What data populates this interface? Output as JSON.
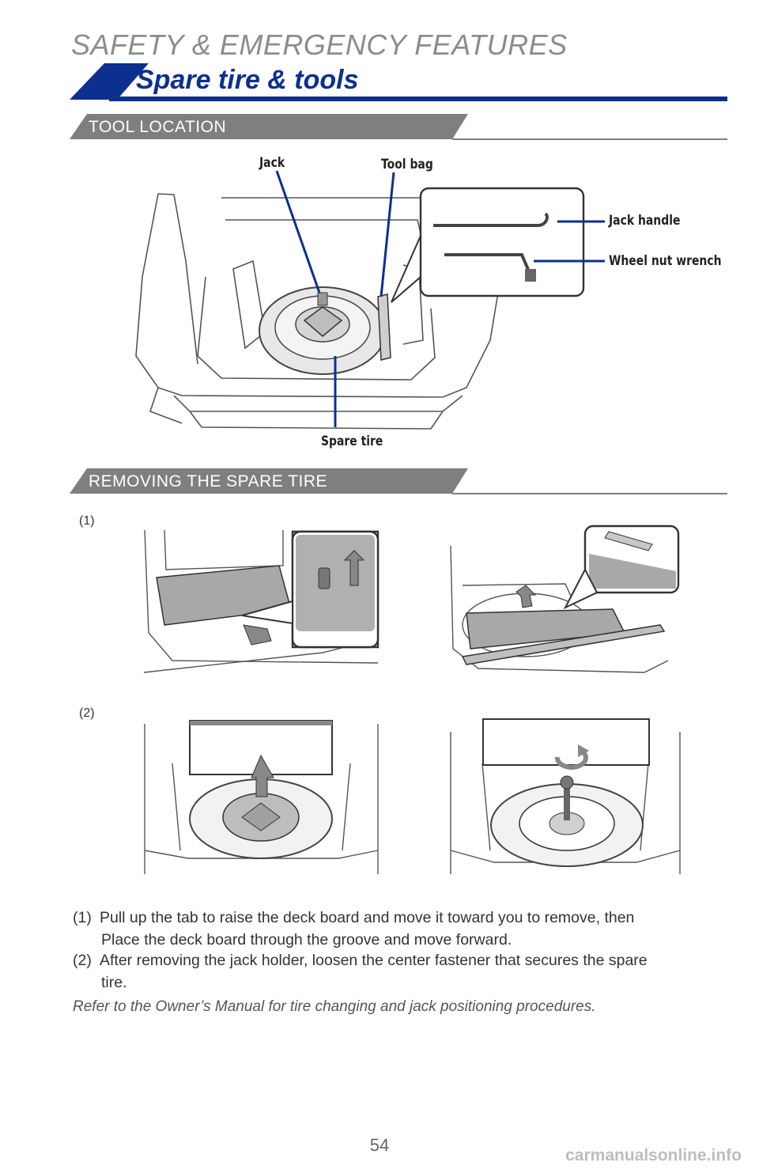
{
  "header": {
    "section_title": "SAFETY & EMERGENCY FEATURES",
    "subtitle": "Spare tire & tools",
    "accent_color": "#0d2f8f"
  },
  "tool_location": {
    "heading": "TOOL LOCATION",
    "labels": {
      "jack": "Jack",
      "tool_bag": "Tool bag",
      "jack_handle": "Jack handle",
      "wheel_nut_wrench": "Wheel nut wrench",
      "spare_tire": "Spare tire"
    }
  },
  "removing": {
    "heading": "REMOVING THE SPARE TIRE",
    "step1_label": "(1)",
    "step2_label": "(2)"
  },
  "instructions": [
    {
      "num": "(1)",
      "line1": "Pull up the tab to raise the deck board and move it toward you to remove, then",
      "line2": "Place the deck board through the groove and move forward."
    },
    {
      "num": "(2)",
      "line1": "After removing the jack holder, loosen the center fastener that secures the spare",
      "line2": "tire."
    }
  ],
  "note": "Refer to the Owner’s Manual for tire changing and jack positioning procedures.",
  "page_number": "54",
  "watermark": "carmanualsonline.info",
  "colors": {
    "header_band": "#7f7f7f",
    "callout_line": "#0d2f8f",
    "panel_gray": "#9a9a9a",
    "panel_light": "#c8c8c8"
  }
}
